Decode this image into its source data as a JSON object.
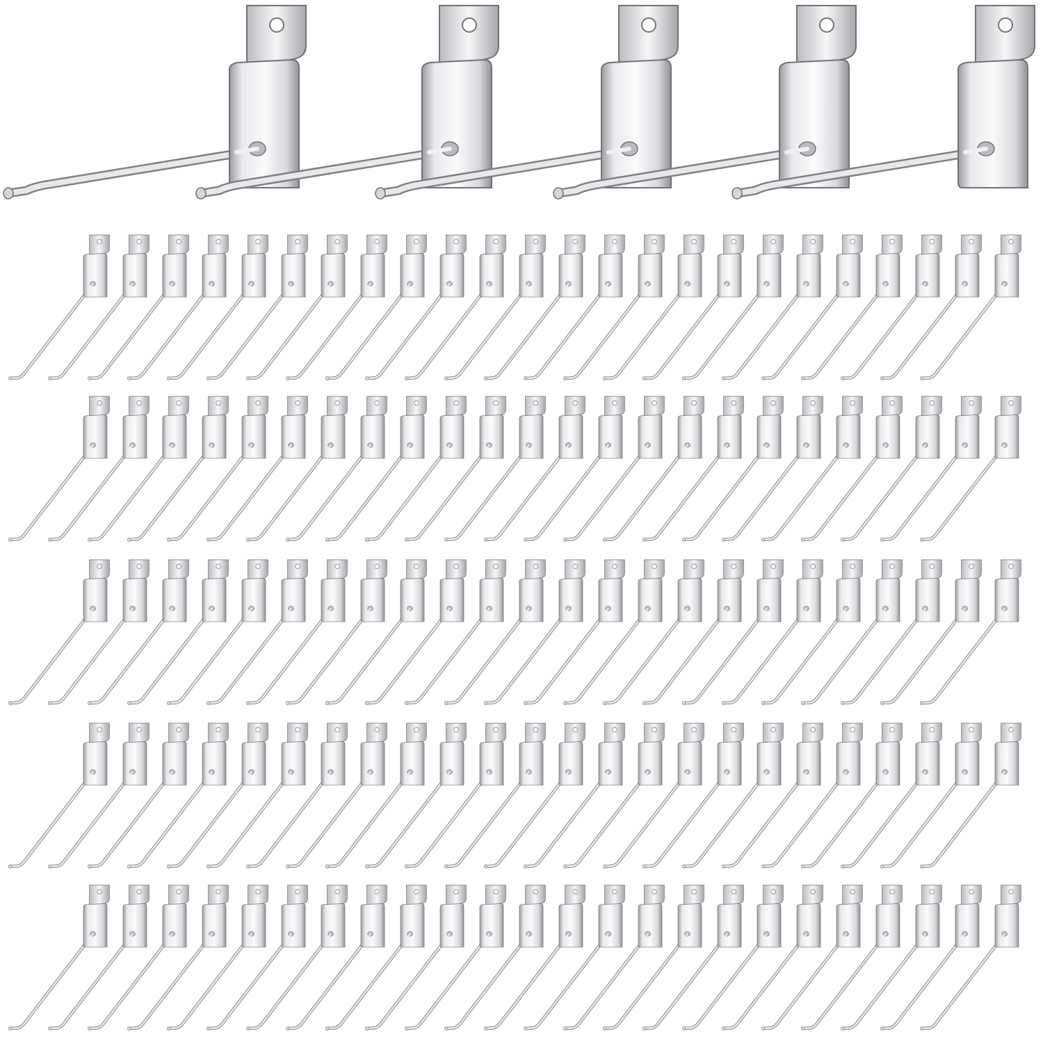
{
  "image": {
    "subject": "slatwall-hook",
    "background": "#ffffff",
    "metal_light": "#f4f5f6",
    "metal_mid": "#c9cbce",
    "metal_dark": "#8e9195",
    "outline": "#6f7276"
  },
  "large_hooks": {
    "count": 5
  },
  "small_hooks": {
    "rows": 5,
    "per_row": 24
  }
}
